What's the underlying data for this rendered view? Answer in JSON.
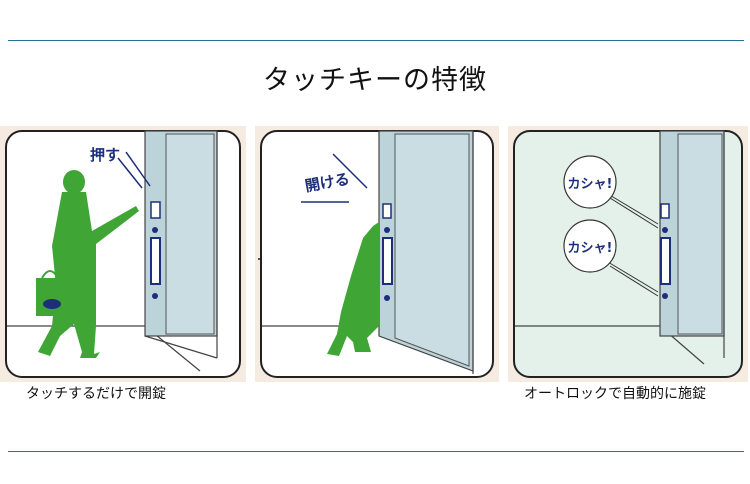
{
  "title": "タッチキーの特徴",
  "panels": [
    {
      "label": "押す",
      "caption": "タッチするだけで開錠"
    },
    {
      "label": "開ける"
    },
    {
      "label_top": "カシャ!",
      "label_bottom": "カシャ!",
      "caption": "オートロックで自動的に施錠"
    }
  ],
  "colors": {
    "rule": "#2f6f8f",
    "panel_bg": "#f6ebe0",
    "person": "#3fa535",
    "door": "#bcd3d9",
    "label_text": "#1d2f7a",
    "lock_tint": "#e4f1ea"
  }
}
